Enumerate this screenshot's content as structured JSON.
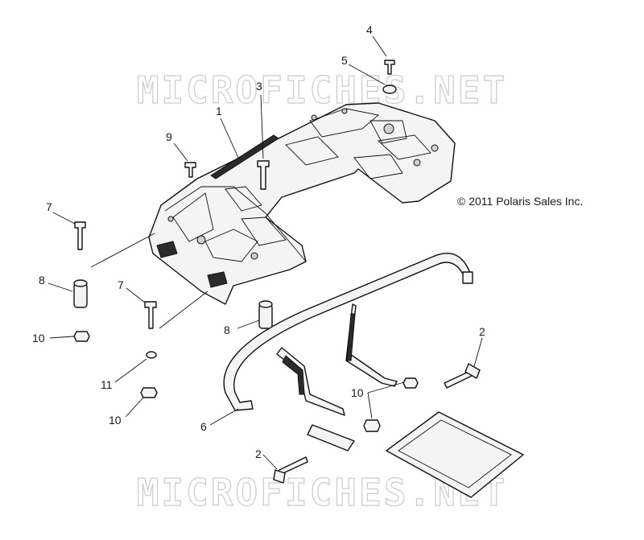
{
  "watermark": {
    "top_text": "MICROFICHES.NET",
    "bottom_text": "MICROFICHES.NET"
  },
  "copyright": "© 2011 Polaris Sales Inc.",
  "callouts": [
    {
      "id": "c1",
      "label": "1"
    },
    {
      "id": "c2a",
      "label": "2"
    },
    {
      "id": "c2b",
      "label": "2"
    },
    {
      "id": "c3",
      "label": "3"
    },
    {
      "id": "c4",
      "label": "4"
    },
    {
      "id": "c5",
      "label": "5"
    },
    {
      "id": "c6",
      "label": "6"
    },
    {
      "id": "c7a",
      "label": "7"
    },
    {
      "id": "c7b",
      "label": "7"
    },
    {
      "id": "c8a",
      "label": "8"
    },
    {
      "id": "c8b",
      "label": "8"
    },
    {
      "id": "c9",
      "label": "9"
    },
    {
      "id": "c10a",
      "label": "10"
    },
    {
      "id": "c10b",
      "label": "10"
    },
    {
      "id": "c10c",
      "label": "10"
    },
    {
      "id": "c11",
      "label": "11"
    }
  ]
}
